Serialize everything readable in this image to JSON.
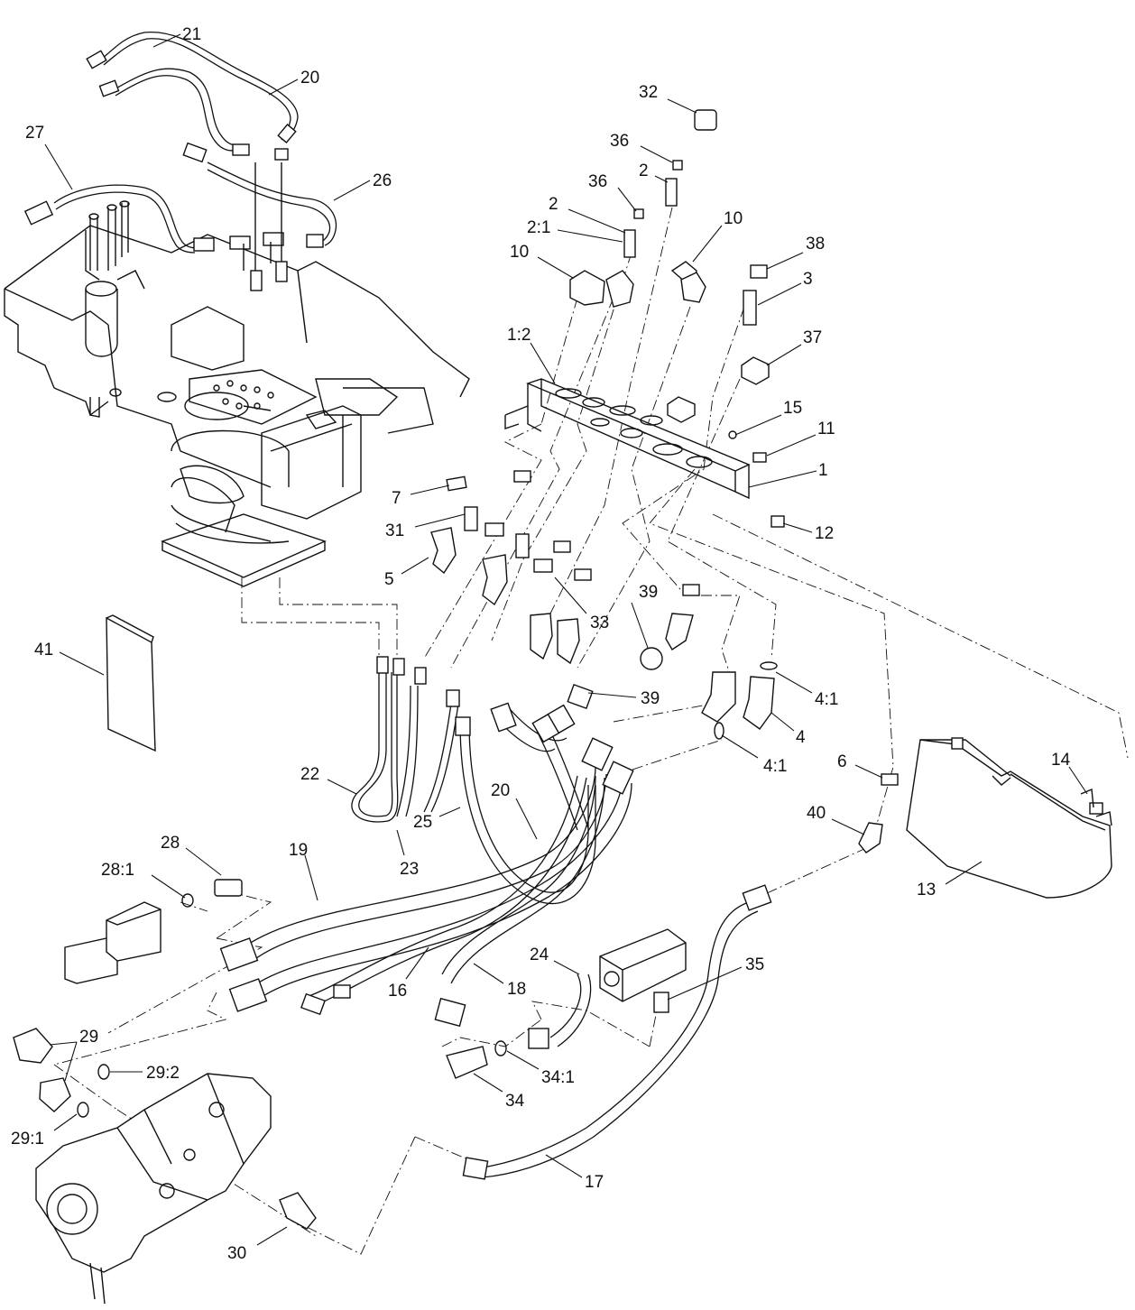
{
  "diagram": {
    "callouts": [
      "21",
      "20",
      "27",
      "26",
      "32",
      "36",
      "2",
      "36",
      "2",
      "2:1",
      "10",
      "10",
      "38",
      "3",
      "1:2",
      "37",
      "15",
      "11",
      "1",
      "12",
      "7",
      "31",
      "5",
      "33",
      "39",
      "39",
      "41",
      "4:1",
      "4",
      "4:1",
      "6",
      "14",
      "22",
      "20",
      "25",
      "23",
      "40",
      "13",
      "28",
      "19",
      "28:1",
      "24",
      "35",
      "16",
      "18",
      "29",
      "29:2",
      "34:1",
      "34",
      "29:1",
      "17",
      "30"
    ]
  }
}
